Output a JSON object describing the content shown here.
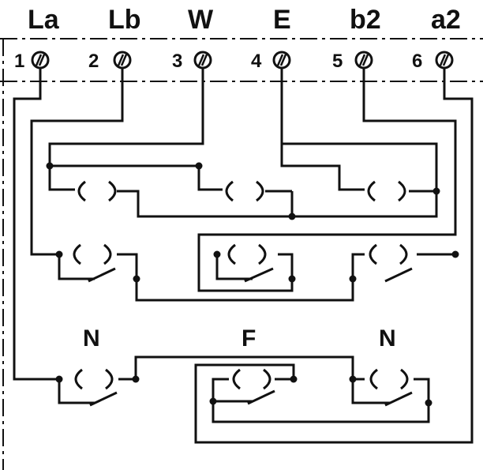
{
  "terminals": [
    {
      "name": "La",
      "number": "1"
    },
    {
      "name": "Lb",
      "number": "2"
    },
    {
      "name": "W",
      "number": "3"
    },
    {
      "name": "E",
      "number": "4"
    },
    {
      "name": "b2",
      "number": "5"
    },
    {
      "name": "a2",
      "number": "6"
    }
  ],
  "sections": {
    "left": "N",
    "middle": "F",
    "right": "N"
  },
  "colors": {
    "line": "#111111",
    "background": "#ffffff"
  }
}
